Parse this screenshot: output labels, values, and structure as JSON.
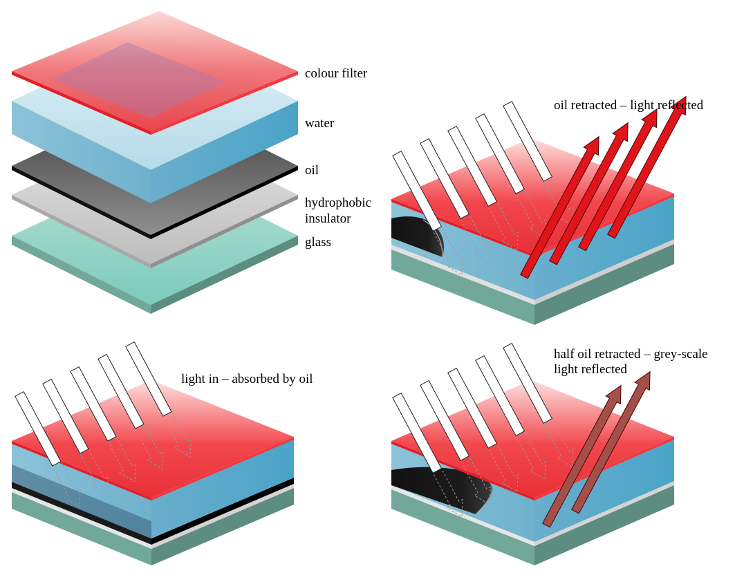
{
  "panels": {
    "exploded": {
      "layers": [
        {
          "key": "colour_filter",
          "label": "colour filter"
        },
        {
          "key": "water",
          "label": "water"
        },
        {
          "key": "oil",
          "label": "oil"
        },
        {
          "key": "insulator",
          "label_line1": "hydrophobic",
          "label_line2": "insulator"
        },
        {
          "key": "glass",
          "label": "glass"
        }
      ]
    },
    "retracted": {
      "caption": "oil retracted – light reflected",
      "oil_coverage": 0.0
    },
    "absorbed": {
      "caption": "light in – absorbed by oil",
      "oil_coverage": 1.0
    },
    "half": {
      "caption_line1": "half oil retracted – grey-scale",
      "caption_line2": "light reflected",
      "oil_coverage": 0.5
    }
  },
  "colors": {
    "filter_top": "#fde1df",
    "filter_mid": "#f2474d",
    "filter_edge": "#e51d25",
    "water_light": "#c5e4ef",
    "water_dark": "#4da5c9",
    "oil_dark": "#151515",
    "oil_light": "#8a8a8a",
    "insulator": "#d4d4d4",
    "glass_top": "#92d3c6",
    "glass_side_left": "#72a89a",
    "glass_side_right": "#5d8c80",
    "reflect_red": "#e0141b",
    "reflect_grey": "#a3504a"
  }
}
